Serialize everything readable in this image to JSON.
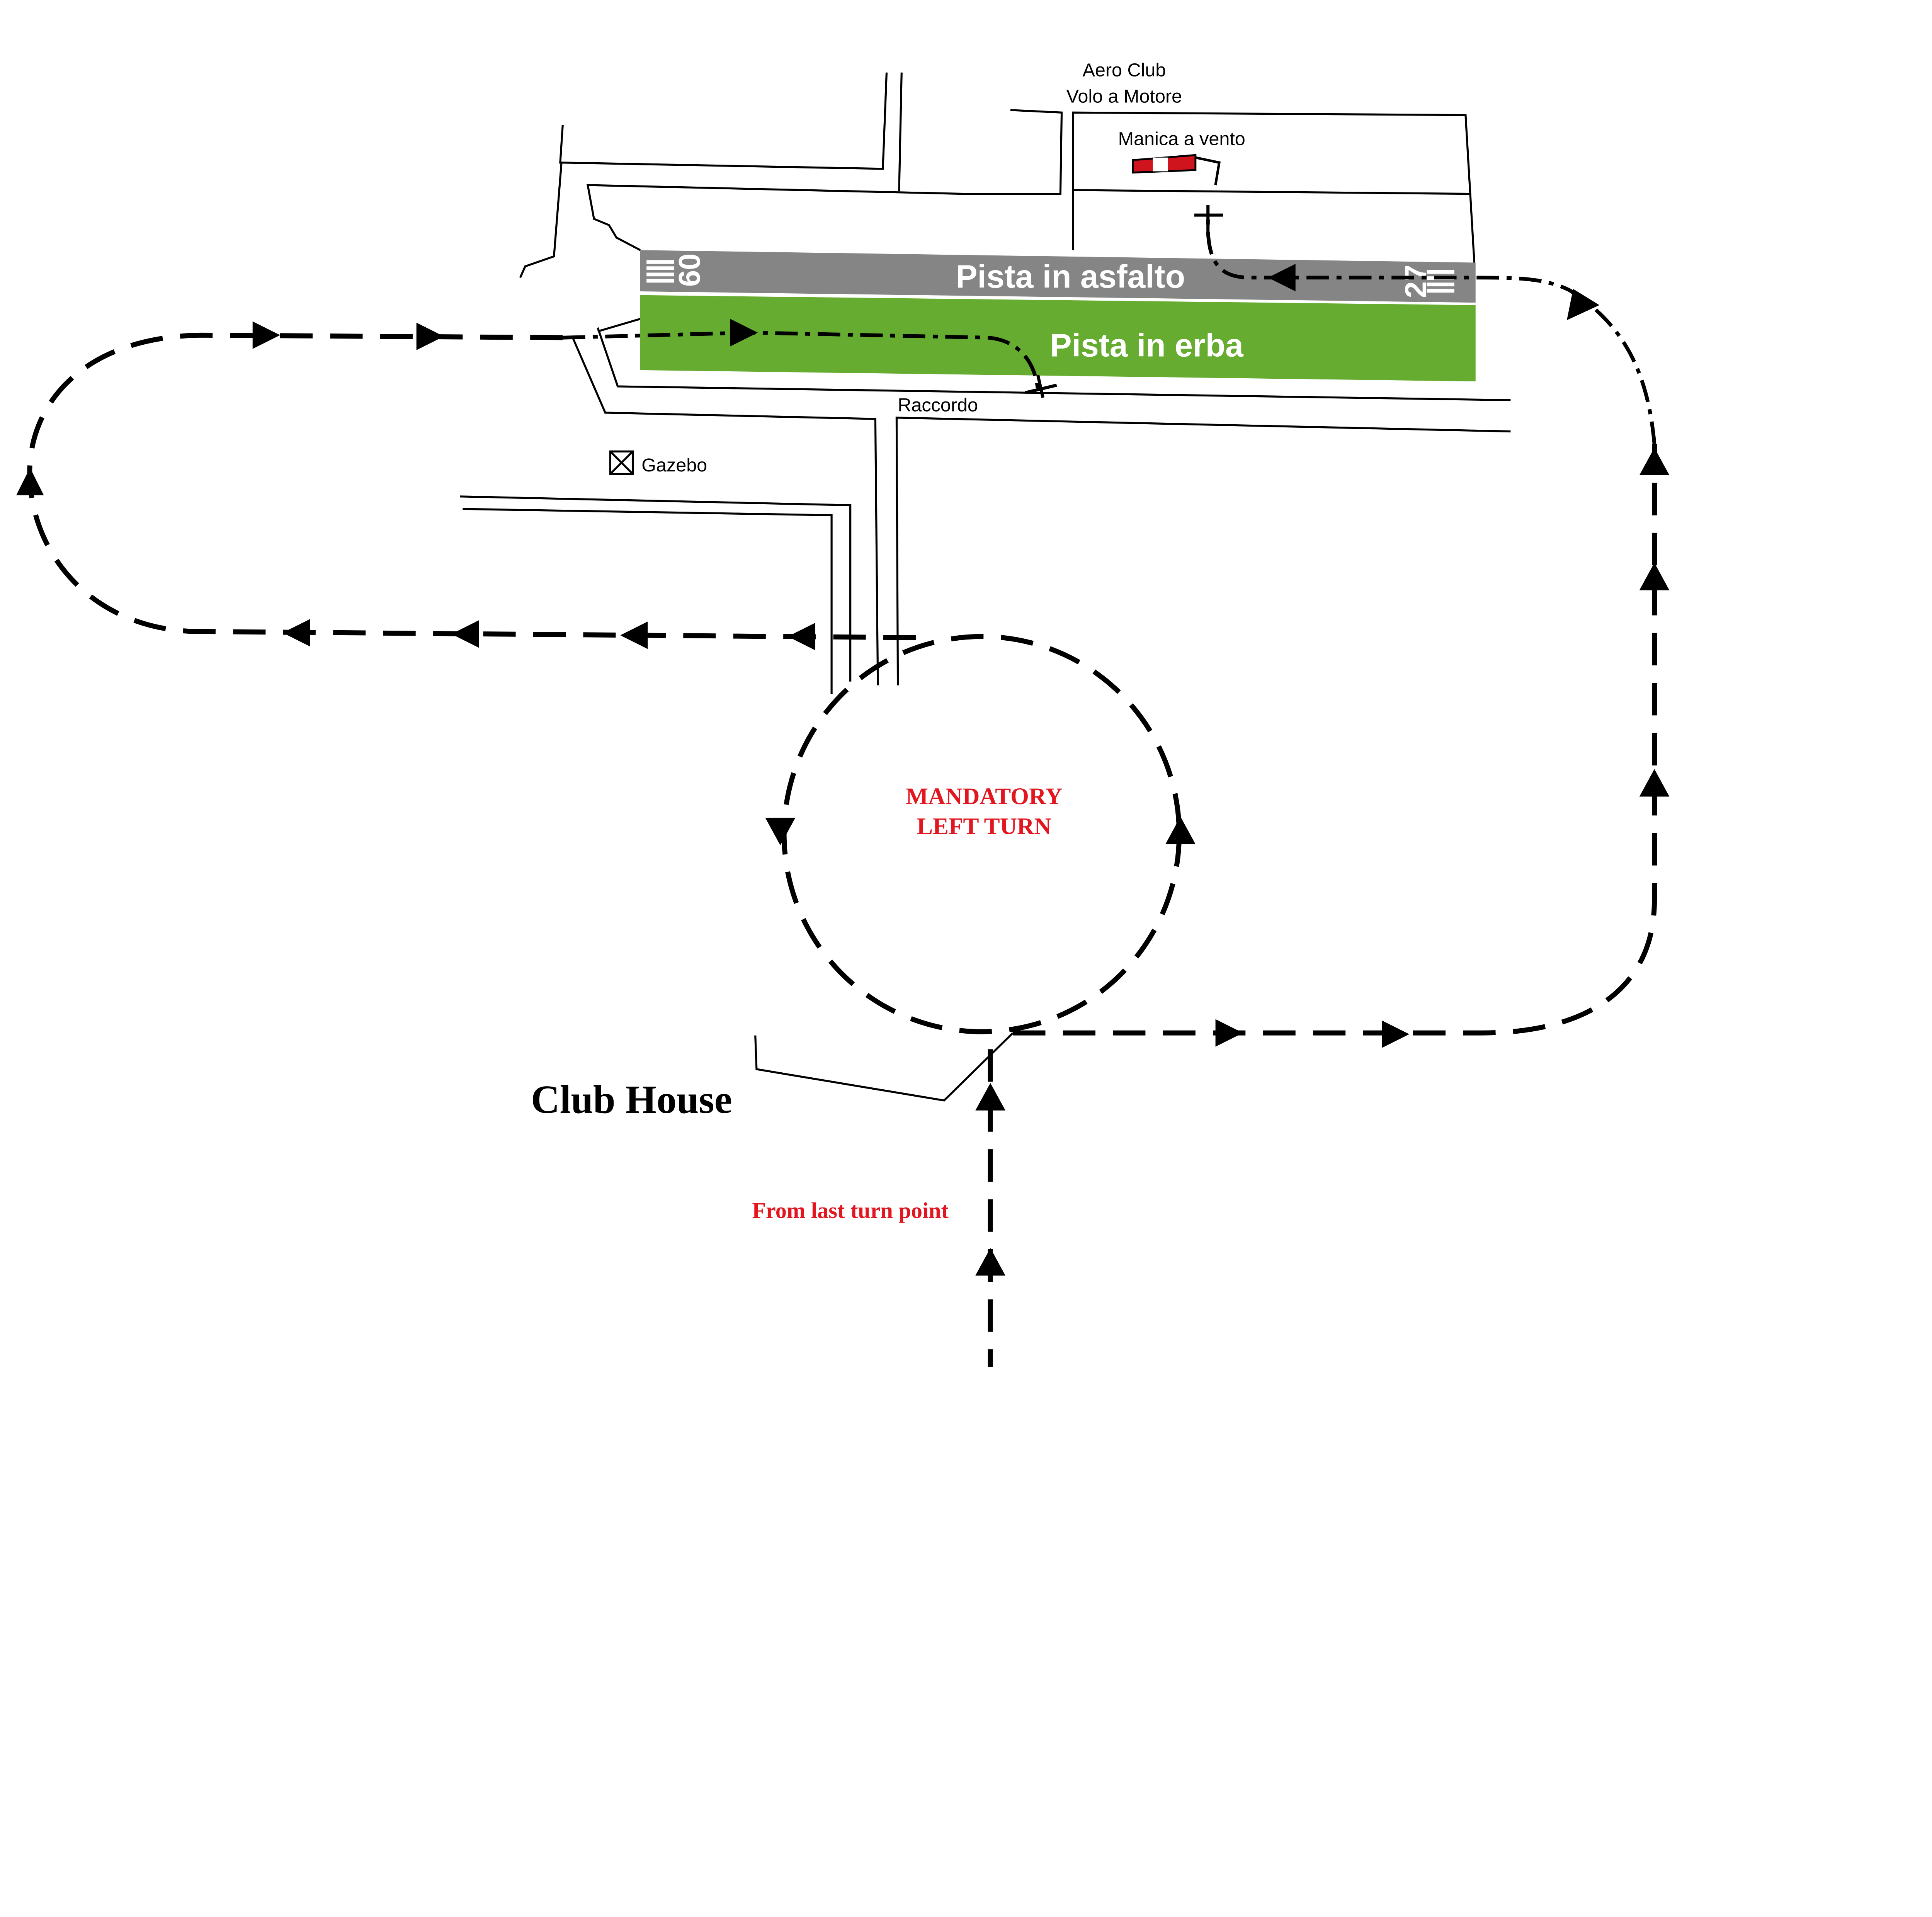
{
  "labels": {
    "aero_club_line1": "Aero Club",
    "aero_club_line2": "Volo a Motore",
    "windsock": "Manica a vento",
    "asphalt_runway": "Pista in asfalto",
    "grass_runway": "Pista in erba",
    "runway_west_number": "09",
    "runway_east_number": "27",
    "taxiway": "Raccordo",
    "gazebo": "Gazebo",
    "club_house": "Club House",
    "mandatory_line1": "MANDATORY",
    "mandatory_line2": "LEFT TURN",
    "from_last_turn": "From last turn point"
  },
  "colors": {
    "asphalt": "#858585",
    "grass": "#66ac30",
    "windsock_red": "#d0141e",
    "annotation_red": "#e3161f"
  },
  "icons": [
    "windsock-icon",
    "gazebo-icon",
    "airplane-icon"
  ]
}
